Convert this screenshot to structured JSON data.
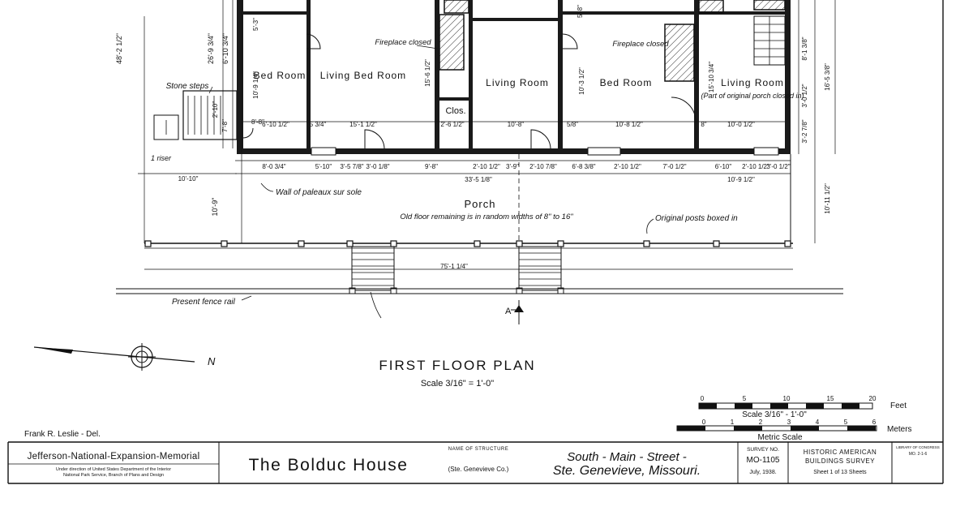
{
  "drawing": {
    "title": "First Floor Plan",
    "scale_note": "Scale 3/16\" = 1'-0\"",
    "rooms": {
      "bed_room": "Bed Room",
      "living_bed_room_1": "Living Bed Room",
      "living_room_1": "Living Room",
      "bed_room_2": "Bed Room",
      "living_room_2": "Living Room",
      "living_room_2_note": "(Part of original porch closed in)",
      "closet": "Clos.",
      "porch": "Porch"
    },
    "notes": {
      "fireplace_1": "Fireplace closed",
      "fireplace_2": "Fireplace closed",
      "stone_steps": "Stone steps",
      "riser": "1 riser",
      "wall_paleaux": "Wall of paleaux sur sole",
      "old_floor": "Old floor remaining is in random widths of 8\" to 16\"",
      "posts_boxed": "Original posts boxed in",
      "fence_rail": "Present fence rail",
      "section_mark": "A"
    },
    "dimensions": {
      "left_vertical_1": "26'-9 3/4\"",
      "left_vertical_2": "6'-10 3/4\"",
      "left_vertical_3": "48'-2 1/2\"",
      "stair_dims": [
        "2'-10\"",
        "7'-8\""
      ],
      "bed_room_w": "6'-10 1/2\"",
      "bed_room_h": "10'-9 1/4\"",
      "bed_room_d1": "8'-8\"",
      "row1": [
        "5 3/4\"",
        "15'-1 1/2\"",
        "2'-6 1/2\"",
        "10'-8\"",
        "5/8\"",
        "10'-8 1/2\"",
        "8\"",
        "10'-0 1/2\""
      ],
      "row2": [
        "8'-0 3/4\"",
        "5'-10\"",
        "3'-5 7/8\"",
        "3'-0 1/8\"",
        "9'-8\"",
        "2'-10 1/2\"",
        "3'-9\"",
        "2'-10 7/8\"",
        "6'-8 3/8\"",
        "2'-10 1/2\"",
        "7'-0 1/2\"",
        "6'-10\"",
        "2'-10 1/2\"",
        "3'-0 1/2\""
      ],
      "row3": [
        "33'-5 1/8\"",
        "10'-9 1/2\""
      ],
      "left_10_10": "10'-10\"",
      "porch_depth": "10'-9\"",
      "porch_total": "75'-1 1/4\"",
      "right_verticals": [
        "8'-1 3/8\"",
        "3'-0 1/2\"",
        "3'-2 7/8\"",
        "16'-5 3/8\"",
        "10'-11 1/2\""
      ],
      "living_room_vertical": "15'-10 3/4\"",
      "bed_room_vertical": "10'-3 1/2\"",
      "closet_vertical": "15'-6 1/2\"",
      "top_dims": [
        "5'-3\"",
        "5'-8\""
      ]
    },
    "graphic_scale": {
      "feet_label": "Feet",
      "feet_ticks": [
        "0",
        "5",
        "10",
        "15",
        "20"
      ],
      "scale_label": "Scale 3/16\" - 1'-0\"",
      "metric_label": "Metric Scale",
      "meters_label": "Meters",
      "meter_ticks": [
        "0",
        "1",
        "2",
        "3",
        "4",
        "5",
        "6"
      ]
    },
    "north_label": "N",
    "delineator": "Frank R. Leslie - Del."
  },
  "title_block": {
    "project": "Jefferson-National-Expansion-Memorial",
    "agency_line1": "Under direction of United States Department of the Interior",
    "agency_line2": "National Park Service, Branch of Plans and Design",
    "building_name": "The Bolduc House",
    "structure_label": "Name of Structure",
    "structure_location": "(Ste. Genevieve Co.)",
    "address_line1": "South - Main - Street -",
    "address_line2": "Ste. Genevieve, Missouri.",
    "survey_label": "Survey No.",
    "survey_no": "MO-1105",
    "date": "July, 1938.",
    "habs_line1": "Historic American",
    "habs_line2": "Buildings Survey",
    "sheet": "Sheet 1 of 13 Sheets",
    "loc_line1": "Library of Congress",
    "loc_line2": "MO. 2-1-6"
  }
}
